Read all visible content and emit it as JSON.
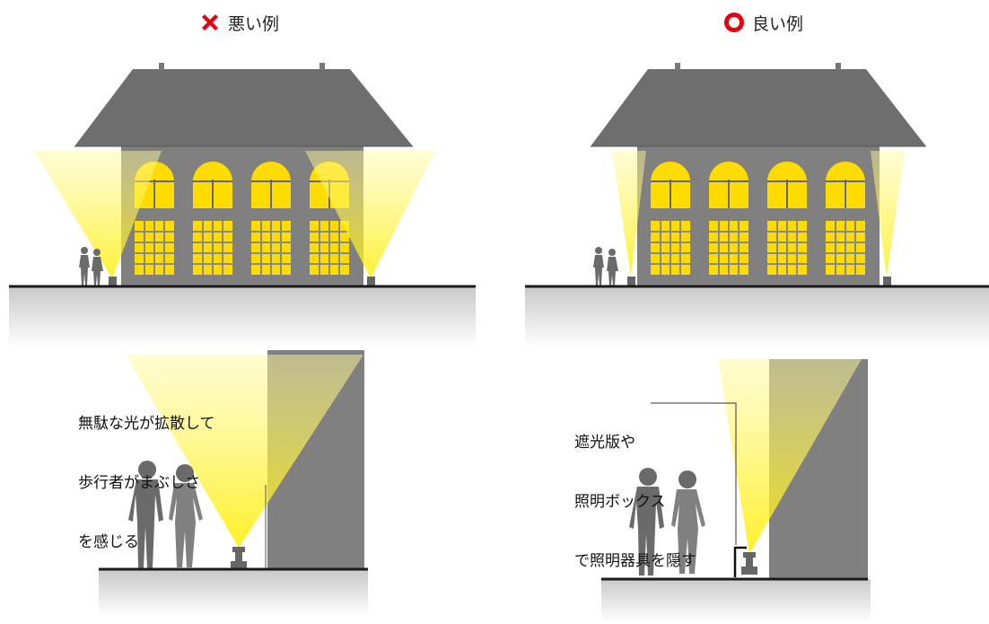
{
  "bad": {
    "heading": "悪い例",
    "mark_icon": "cross-mark-icon",
    "mark_color": "#e60012",
    "note_lines": [
      "無駄な光が拡散して",
      "歩行者がまぶしさ",
      "を感じる"
    ]
  },
  "good": {
    "heading": "良い例",
    "mark_icon": "circle-mark-icon",
    "mark_color": "#e60012",
    "note_lines": [
      "遮光版や",
      "照明ボックス",
      "で照明器具を隠す"
    ]
  },
  "colors": {
    "wall": "#808080",
    "roof": "#6e6e6e",
    "window": "#ffd800",
    "light": "#fff200",
    "ground": "#1a1a1a"
  }
}
